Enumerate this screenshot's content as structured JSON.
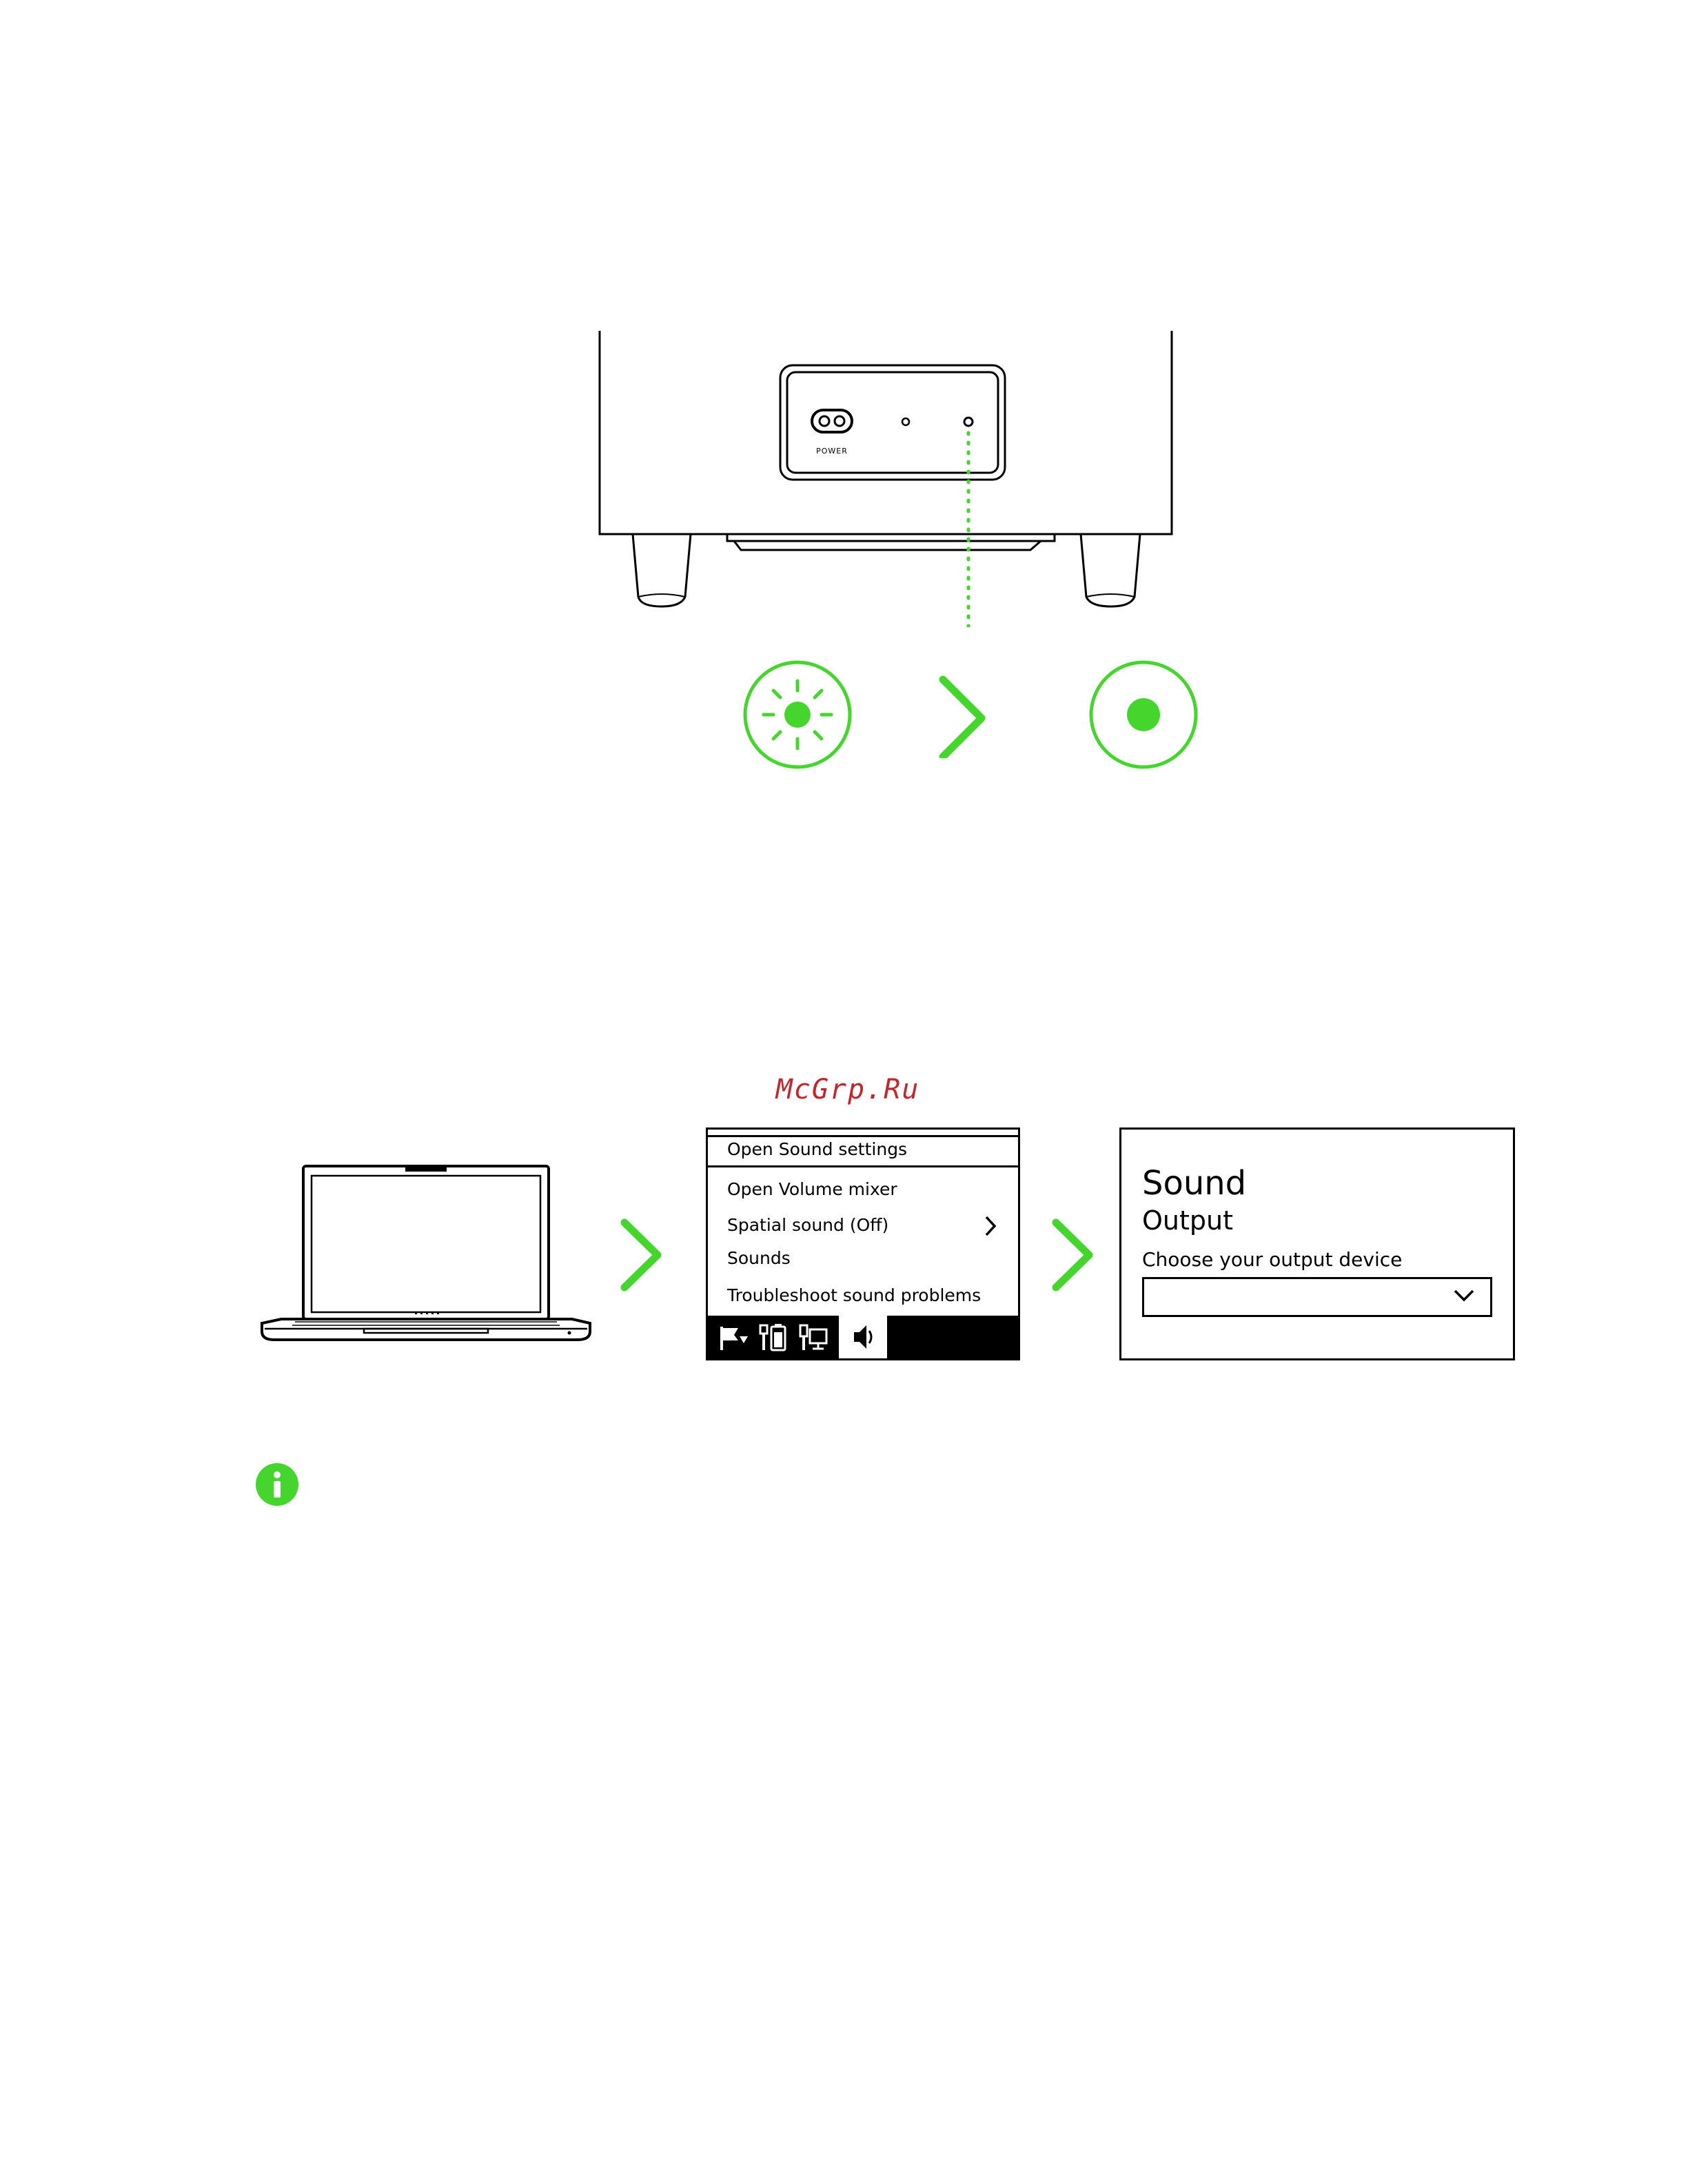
{
  "subwoofer": {
    "port_label": "POWER"
  },
  "watermark": "McGrp.Ru",
  "context_menu": {
    "items": [
      "Open Sound settings",
      "Open Volume mixer",
      "Spatial sound (Off)",
      "Sounds",
      "Troubleshoot sound problems"
    ]
  },
  "sound_settings": {
    "title": "Sound",
    "subtitle": "Output",
    "choose_label": "Choose your output device",
    "dropdown_value": ""
  },
  "colors": {
    "accent_green": "#44d62c",
    "line": "#000000"
  }
}
